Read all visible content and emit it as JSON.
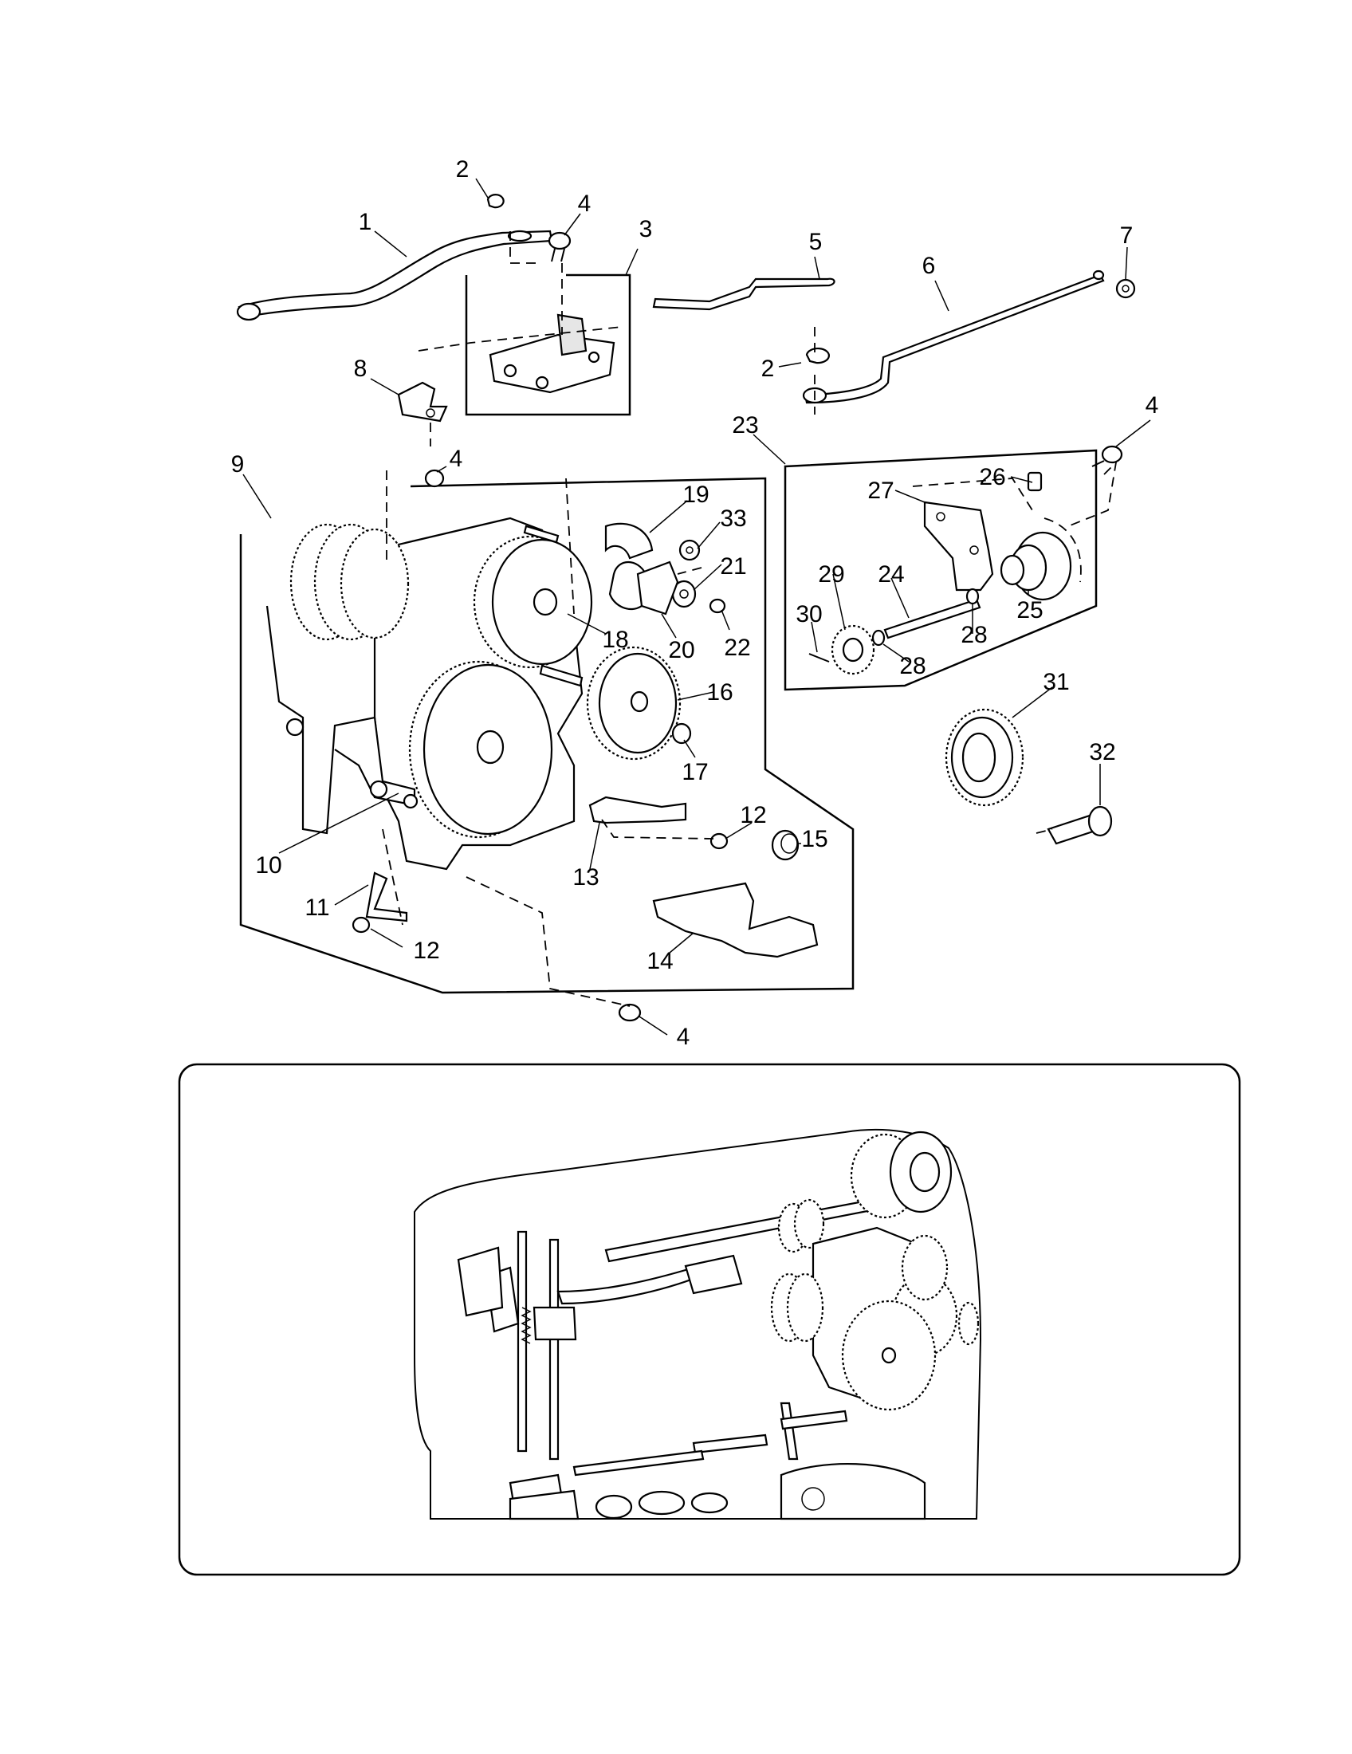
{
  "callouts": [
    {
      "id": "2a",
      "label": "2"
    },
    {
      "id": "1",
      "label": "1"
    },
    {
      "id": "4a",
      "label": "4"
    },
    {
      "id": "3",
      "label": "3"
    },
    {
      "id": "5",
      "label": "5"
    },
    {
      "id": "6",
      "label": "6"
    },
    {
      "id": "7",
      "label": "7"
    },
    {
      "id": "2b",
      "label": "2"
    },
    {
      "id": "8",
      "label": "8"
    },
    {
      "id": "23",
      "label": "23"
    },
    {
      "id": "4b",
      "label": "4"
    },
    {
      "id": "9",
      "label": "9"
    },
    {
      "id": "4c",
      "label": "4"
    },
    {
      "id": "19",
      "label": "19"
    },
    {
      "id": "33",
      "label": "33"
    },
    {
      "id": "21",
      "label": "21"
    },
    {
      "id": "22",
      "label": "22"
    },
    {
      "id": "20",
      "label": "20"
    },
    {
      "id": "18",
      "label": "18"
    },
    {
      "id": "16",
      "label": "16"
    },
    {
      "id": "17",
      "label": "17"
    },
    {
      "id": "26",
      "label": "26"
    },
    {
      "id": "27",
      "label": "27"
    },
    {
      "id": "29",
      "label": "29"
    },
    {
      "id": "24",
      "label": "24"
    },
    {
      "id": "30",
      "label": "30"
    },
    {
      "id": "25",
      "label": "25"
    },
    {
      "id": "28a",
      "label": "28"
    },
    {
      "id": "28b",
      "label": "28"
    },
    {
      "id": "31",
      "label": "31"
    },
    {
      "id": "32",
      "label": "32"
    },
    {
      "id": "12a",
      "label": "12"
    },
    {
      "id": "15",
      "label": "15"
    },
    {
      "id": "13",
      "label": "13"
    },
    {
      "id": "10",
      "label": "10"
    },
    {
      "id": "11",
      "label": "11"
    },
    {
      "id": "12b",
      "label": "12"
    },
    {
      "id": "14",
      "label": "14"
    },
    {
      "id": "4d",
      "label": "4"
    }
  ],
  "icons": [
    "exploded-parts-diagram",
    "sewing-machine-assembly-inset"
  ]
}
